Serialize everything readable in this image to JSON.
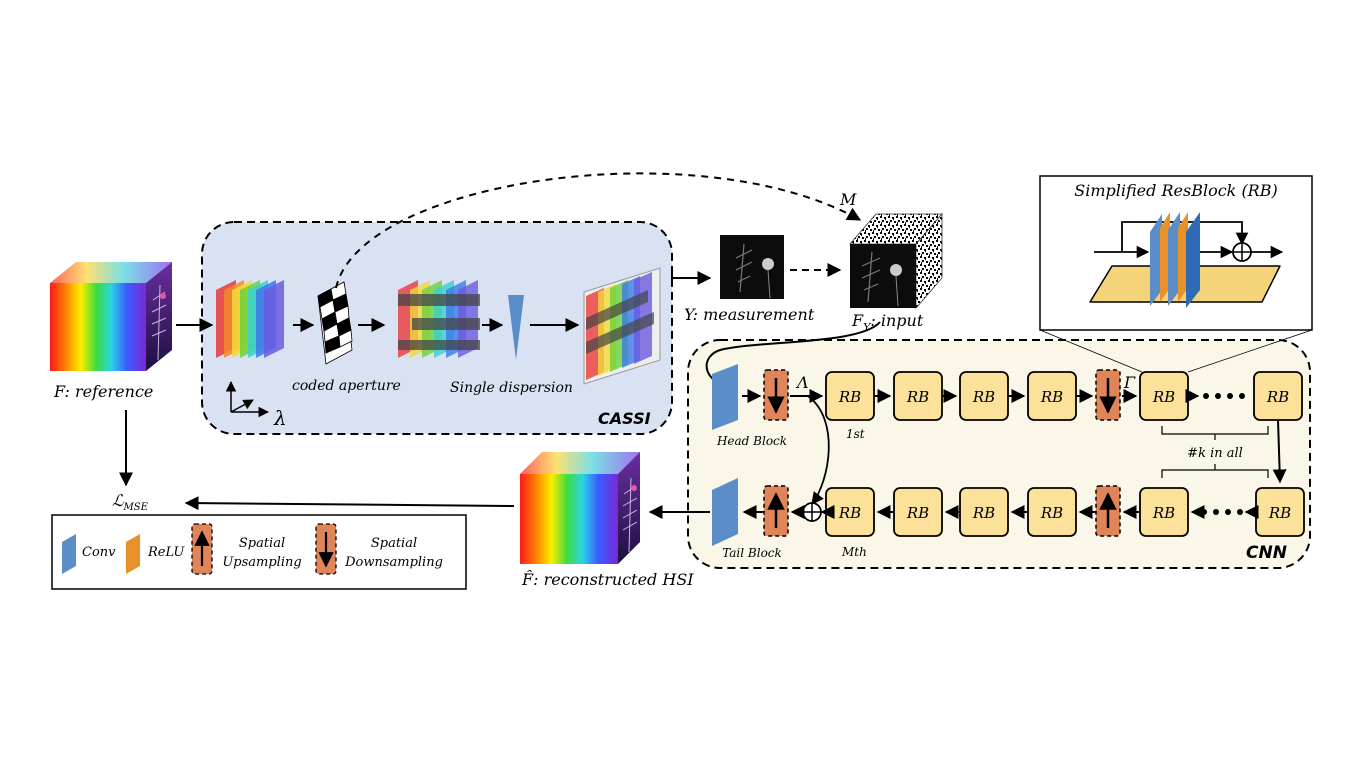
{
  "labels": {
    "reference": "F: reference",
    "lambda": "λ",
    "coded_aperture": "coded aperture",
    "single_dispersion": "Single dispersion",
    "cassi": "CASSI",
    "m": "M",
    "measurement": "Y: measurement",
    "input_main": "F",
    "input_sub": "Y",
    "input_rest": ": input",
    "rb_title": "Simplified ResBlock (RB)",
    "head_block": "Head Block",
    "tail_block": "Tail Block",
    "lambda_upper": "Λ",
    "gamma_upper": "Γ",
    "first": "1st",
    "mth": "Mth",
    "k_all": "#k in all",
    "cnn": "CNN",
    "loss_main": "ℒ",
    "loss_sub": "MSE",
    "reconstructed": "F̂: reconstructed HSI",
    "rb": "RB"
  },
  "legend": {
    "conv": "Conv",
    "relu": "ReLU",
    "up_line1": "Spatial",
    "up_line2": "Upsampling",
    "down_line1": "Spatial",
    "down_line2": "Downsampling"
  },
  "colors": {
    "cassi_bg": "#d9e2f2",
    "cnn_bg": "#fbf7e8",
    "rb_fill": "#fbe199",
    "sampling_fill": "#e0855a",
    "conv_blue": "#5b8ec8",
    "relu_orange": "#e8912a",
    "dispersion_blue": "#5b8ec8"
  }
}
